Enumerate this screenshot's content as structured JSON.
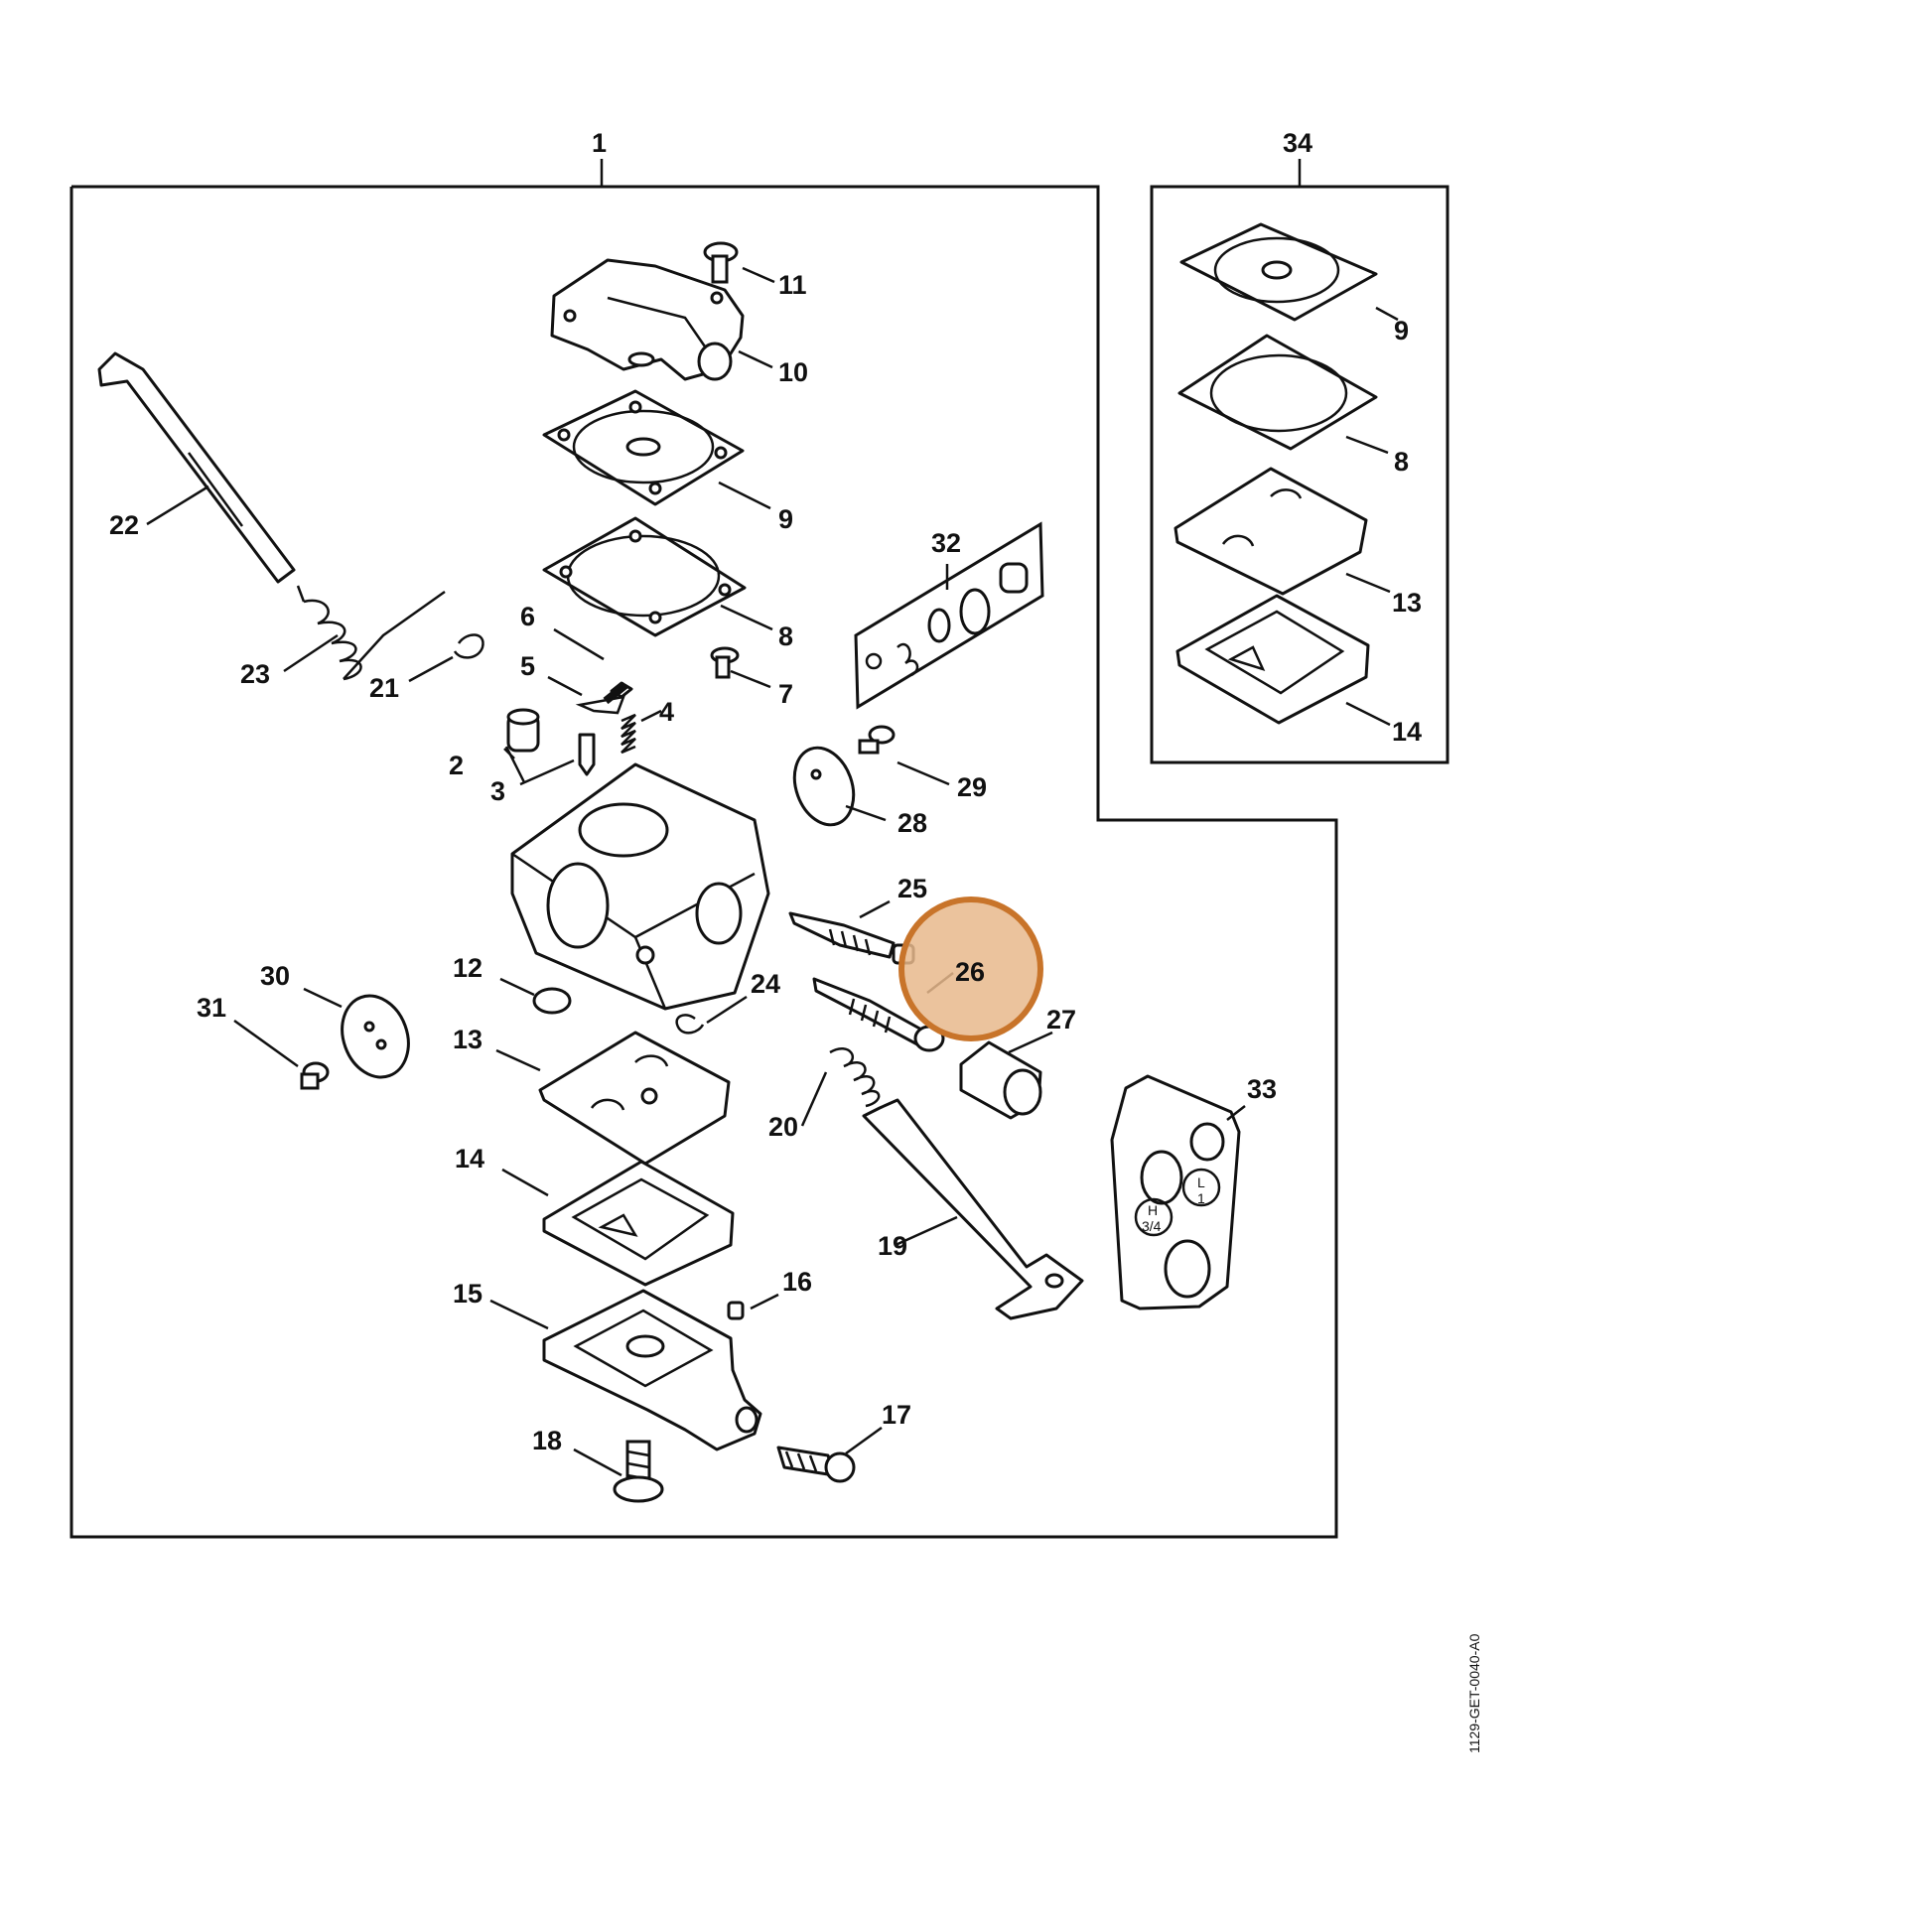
{
  "diagram": {
    "assembly_label": "1",
    "kit_label": "34",
    "reference_code": "1129-GET-0040-A0",
    "highlight": {
      "part": "26",
      "color": "#c8742a",
      "fill": "#e8b88c"
    },
    "callouts": {
      "p2": "2",
      "p3": "3",
      "p4": "4",
      "p5": "5",
      "p6": "6",
      "p7": "7",
      "p8": "8",
      "p9": "9",
      "p10": "10",
      "p11": "11",
      "p12": "12",
      "p13": "13",
      "p14": "14",
      "p15": "15",
      "p16": "16",
      "p17": "17",
      "p18": "18",
      "p19": "19",
      "p20": "20",
      "p21": "21",
      "p22": "22",
      "p23": "23",
      "p24": "24",
      "p25": "25",
      "p26": "26",
      "p27": "27",
      "p28": "28",
      "p29": "29",
      "p30": "30",
      "p31": "31",
      "p32": "32",
      "p33": "33"
    },
    "kit_callouts": {
      "k9": "9",
      "k8": "8",
      "k13": "13",
      "k14": "14"
    },
    "plate_marks": {
      "h": "H",
      "h_fraction": "3/4",
      "l": "L",
      "l_fraction": "1"
    }
  }
}
